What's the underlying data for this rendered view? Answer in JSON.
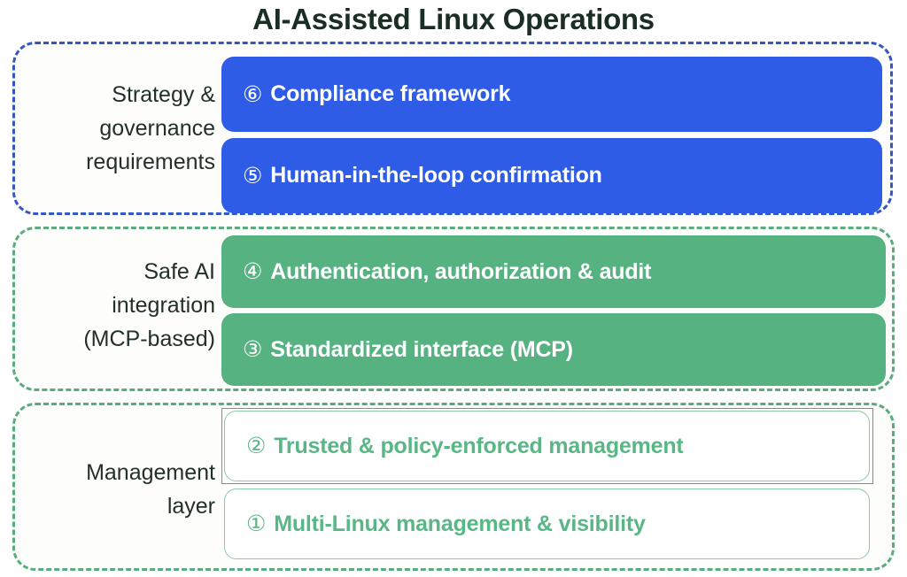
{
  "page": {
    "title": "AI-Assisted Linux Operations",
    "background": "#ffffff"
  },
  "colors": {
    "title_text": "#1b2e25",
    "label_text": "#22302a",
    "blue_fill": "#2e5ce6",
    "blue_dashed_border": "#3457c4",
    "green_fill": "#57b282",
    "green_dashed_border": "#5aab7d",
    "green_text": "#59b785",
    "green_outline_border": "#8ecaa9",
    "selection_border": "#8b8b8b",
    "white": "#ffffff"
  },
  "groups": [
    {
      "id": "strategy-governance",
      "label": "Strategy &\ngovernance\nrequirements",
      "border_style": "dashed",
      "border_color": "#3457c4",
      "items": [
        {
          "number": "⑥",
          "number_plain": "6",
          "text": "Compliance framework",
          "style": "filled-blue"
        },
        {
          "number": "⑤",
          "number_plain": "5",
          "text": "Human-in-the-loop confirmation",
          "style": "filled-blue"
        }
      ]
    },
    {
      "id": "safe-ai-integration",
      "label": "Safe AI\nintegration\n(MCP-based)",
      "border_style": "dashed",
      "border_color": "#5aab7d",
      "items": [
        {
          "number": "④",
          "number_plain": "4",
          "text": "Authentication, authorization & audit",
          "style": "filled-green"
        },
        {
          "number": "③",
          "number_plain": "3",
          "text": "Standardized interface (MCP)",
          "style": "filled-green"
        }
      ]
    },
    {
      "id": "management-layer",
      "label": "Management\nlayer",
      "border_style": "dashed",
      "border_color": "#5aab7d",
      "items": [
        {
          "number": "②",
          "number_plain": "2",
          "text": "Trusted & policy-enforced management",
          "style": "outline-green",
          "selected": true
        },
        {
          "number": "①",
          "number_plain": "1",
          "text": "Multi-Linux management & visibility",
          "style": "outline-green",
          "selected": false
        }
      ]
    }
  ]
}
